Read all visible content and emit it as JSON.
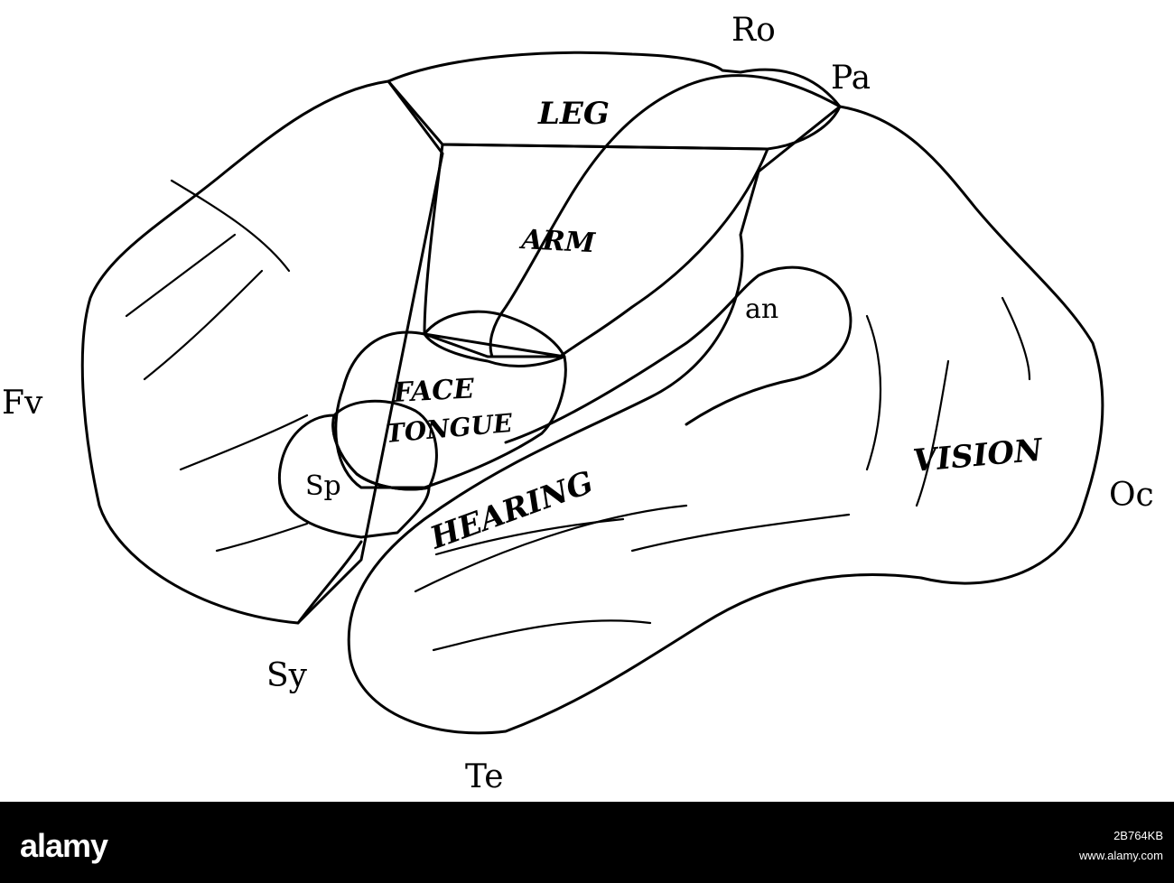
{
  "labels": {
    "ro": "Ro",
    "pa": "Pa",
    "fv": "Fv",
    "oc": "Oc",
    "sy": "Sy",
    "te": "Te",
    "an": "an",
    "sp": "Sp"
  },
  "regions": {
    "leg": "LEG",
    "arm": "ARM",
    "face": "FACE",
    "tongue": "TONGUE",
    "hearing": "HEARING",
    "vision": "VISION"
  },
  "stock": {
    "brand": "alamy",
    "image_id": "2B764KB",
    "site": "www.alamy.com"
  },
  "colors": {
    "ink": "#000000",
    "paper": "#ffffff",
    "hatch_shade": "#000000"
  }
}
